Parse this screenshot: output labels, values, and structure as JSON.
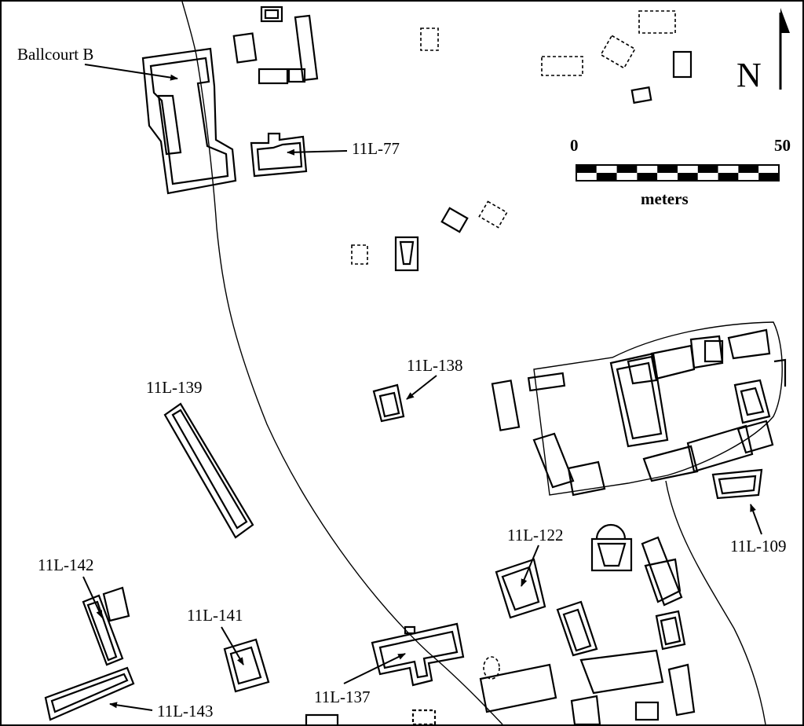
{
  "north": {
    "letter": "N"
  },
  "scale": {
    "min_label": "0",
    "max_label": "50",
    "unit_label": "meters",
    "segments": 10
  },
  "labels": {
    "ballcourt_b": "Ballcourt B",
    "s_11l77": "11L-77",
    "s_11l138": "11L-138",
    "s_11l139": "11L-139",
    "s_11l122": "11L-122",
    "s_11l109": "11L-109",
    "s_11l142": "11L-142",
    "s_11l141": "11L-141",
    "s_11l137": "11L-137",
    "s_11l143": "11L-143"
  },
  "colors": {
    "ink": "#000000",
    "paper": "#ffffff"
  }
}
